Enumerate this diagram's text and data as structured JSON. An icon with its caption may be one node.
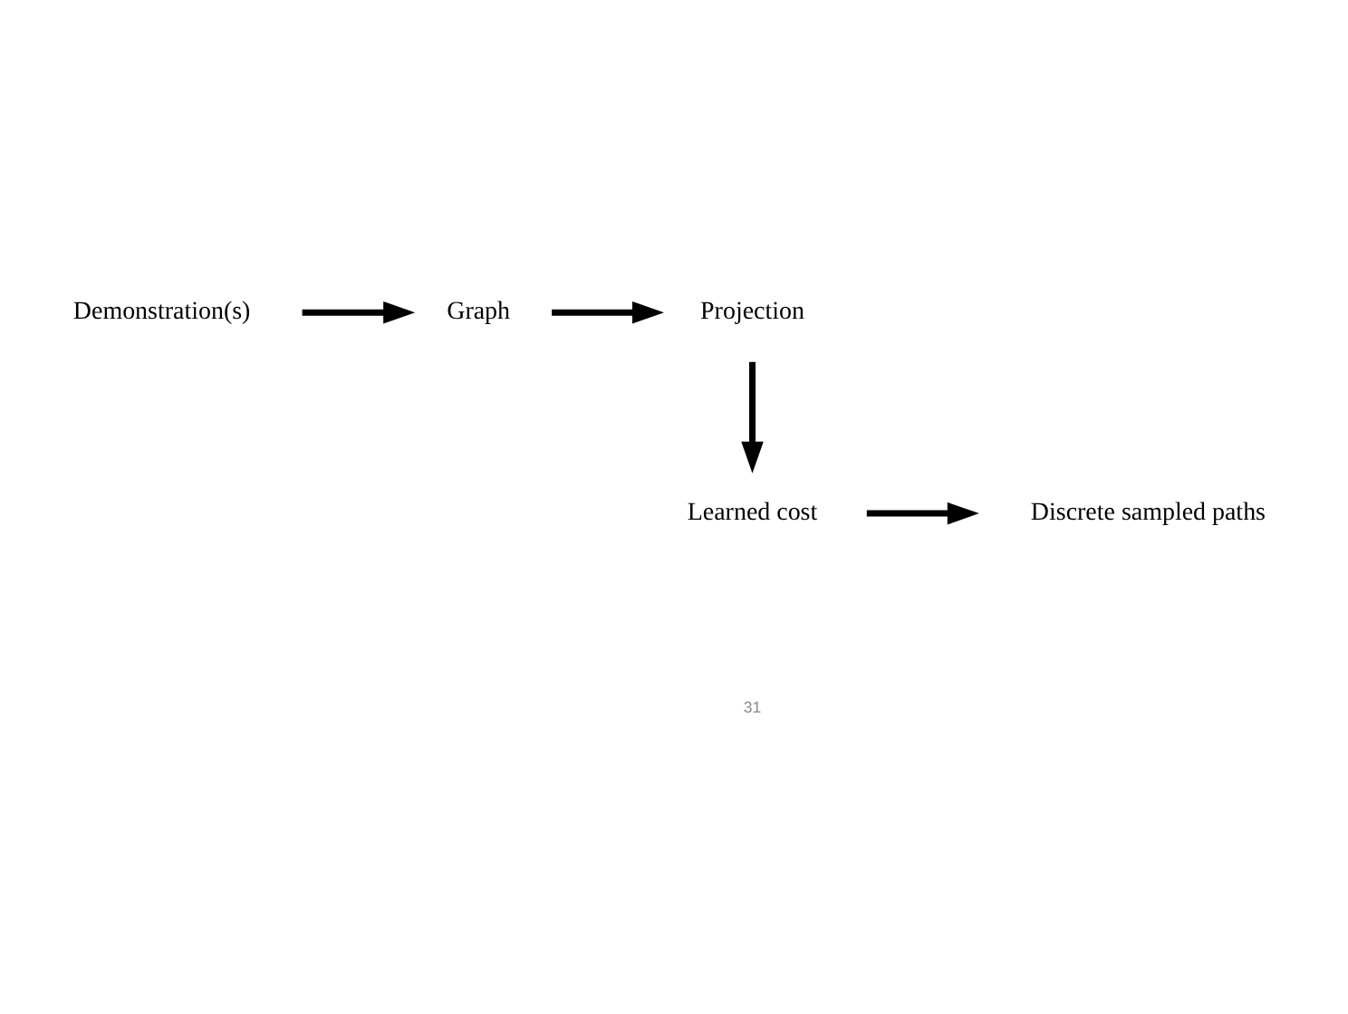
{
  "diagram": {
    "nodes": [
      {
        "text": [
          "Demonstration(s)"
        ]
      },
      {
        "text": [
          "Graph"
        ]
      },
      {
        "text": [
          "Projection"
        ]
      },
      {
        "text": [
          "Learned cost"
        ]
      },
      {
        "text": [
          "Discrete sampled paths"
        ]
      }
    ],
    "edges": [
      {
        "from": 0,
        "to": 1,
        "arrow": "to"
      },
      {
        "from": 1,
        "to": 2,
        "arrow": "to"
      },
      {
        "from": 2,
        "to": 3,
        "arrow": "to"
      },
      {
        "from": 3,
        "to": 4,
        "arrow": "to"
      }
    ],
    "labels": [
      "31"
    ]
  }
}
